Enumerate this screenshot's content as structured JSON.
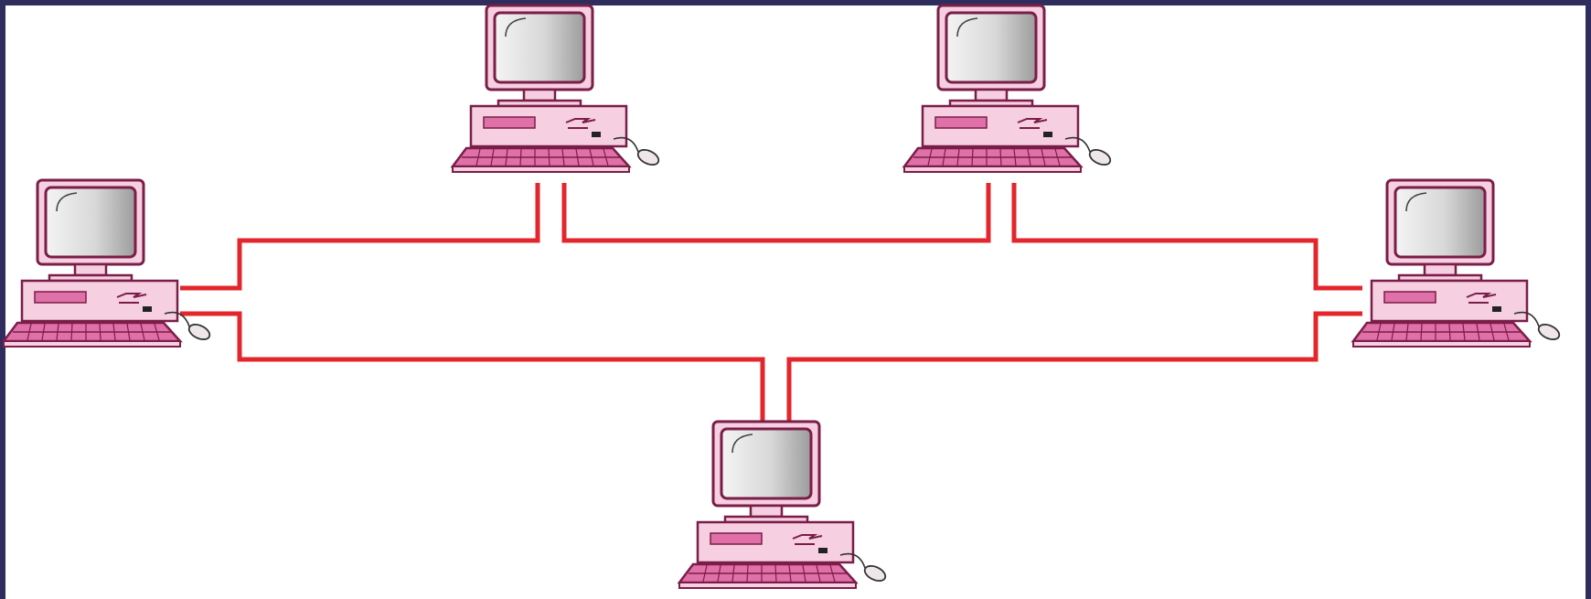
{
  "diagram": {
    "type": "network-topology",
    "colors": {
      "frame": "#2e2d5e",
      "canvas": "#ffffff",
      "cable": "#e3262b",
      "case_fill": "#f6cfe0",
      "case_outline": "#7a1e49",
      "accent": "#e070a8",
      "screen_light": "#f4f4f4",
      "screen_dark": "#9c9c9c"
    },
    "nodes": [
      {
        "id": "computer-top-left",
        "icon": "desktop-computer-icon"
      },
      {
        "id": "computer-top-right",
        "icon": "desktop-computer-icon"
      },
      {
        "id": "computer-left",
        "icon": "desktop-computer-icon"
      },
      {
        "id": "computer-right",
        "icon": "desktop-computer-icon"
      },
      {
        "id": "computer-bottom",
        "icon": "desktop-computer-icon"
      }
    ],
    "links": [
      {
        "id": "upper-ring-cable",
        "from": "computer-left",
        "via": [
          "computer-top-left",
          "computer-top-right"
        ],
        "to": "computer-right"
      },
      {
        "id": "lower-ring-cable",
        "from": "computer-left",
        "via": [
          "computer-bottom"
        ],
        "to": "computer-right"
      }
    ]
  }
}
